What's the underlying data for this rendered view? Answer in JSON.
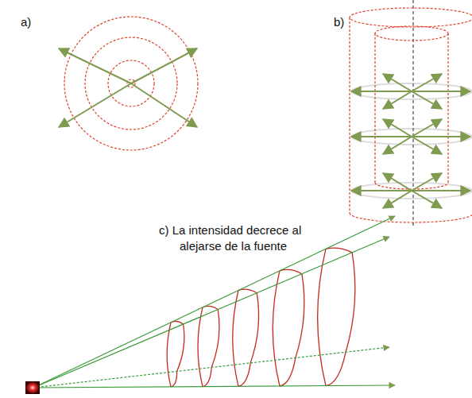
{
  "diagram": {
    "labels": [
      "a)",
      "b)",
      "c) La intensidad decrece al alejarse de la fuente"
    ]
  }
}
